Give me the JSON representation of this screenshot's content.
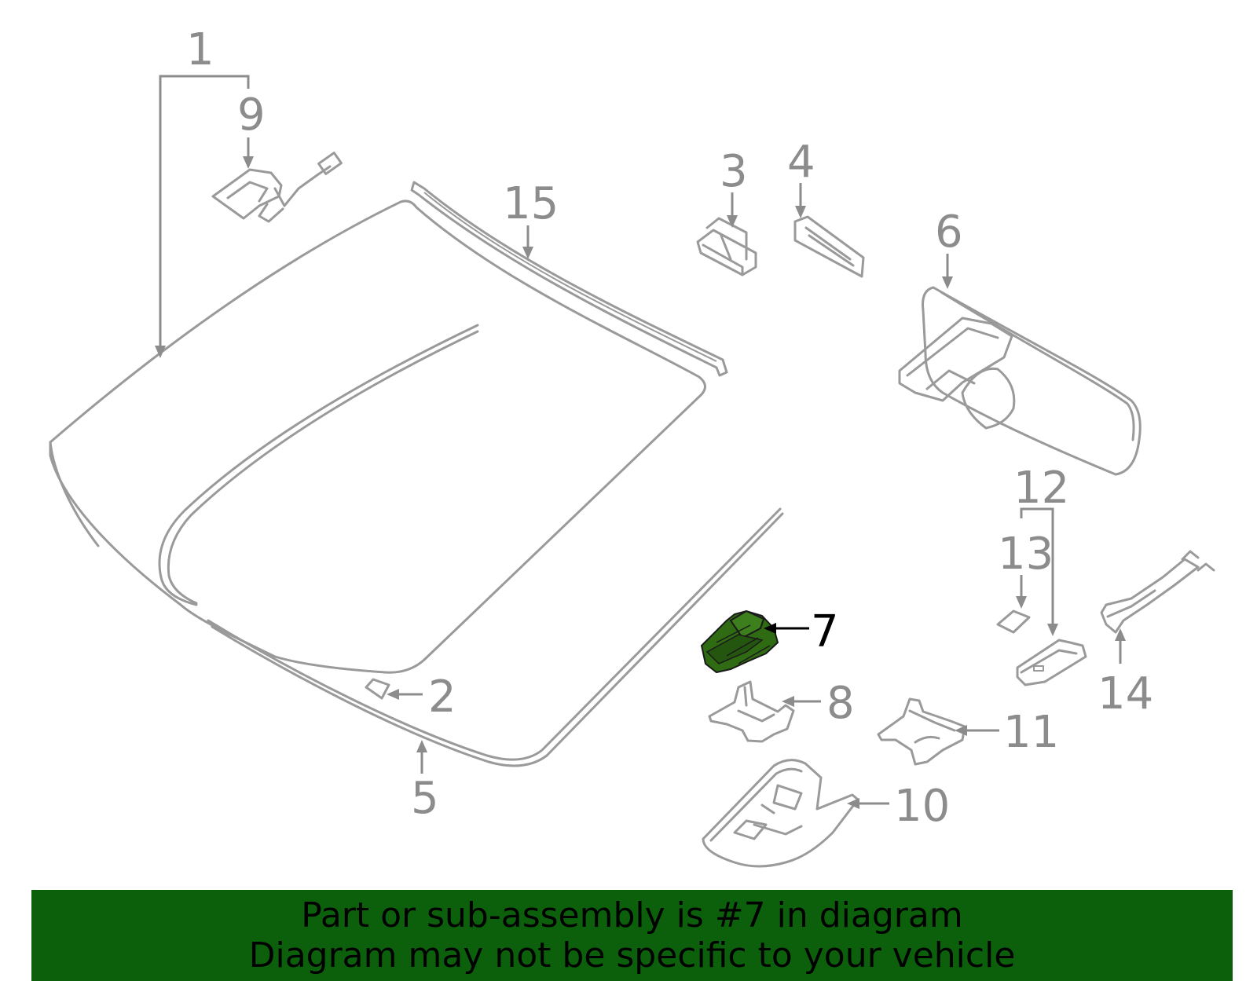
{
  "diagram": {
    "highlighted_part": "7",
    "colors": {
      "highlight_fill": "#2e6b12",
      "callout_text": "#8c8c8c",
      "highlight_text": "#000000",
      "line": "#9a9a9a"
    },
    "callouts": {
      "c1": "1",
      "c2": "2",
      "c3": "3",
      "c4": "4",
      "c5": "5",
      "c6": "6",
      "c7": "7",
      "c8": "8",
      "c9": "9",
      "c10": "10",
      "c11": "11",
      "c12": "12",
      "c13": "13",
      "c14": "14",
      "c15": "15"
    }
  },
  "banner": {
    "line1": "Part or sub-assembly is #7 in diagram",
    "line2": "Diagram may not be specific to your vehicle",
    "background": "#0c600c"
  }
}
